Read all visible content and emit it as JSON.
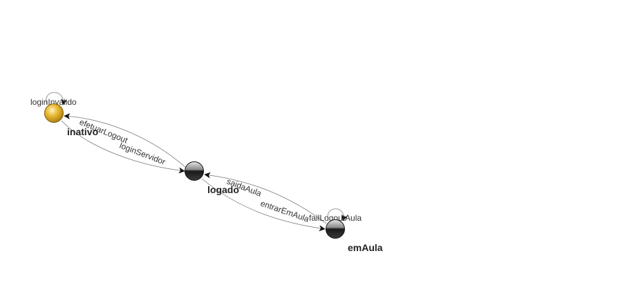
{
  "colors": {
    "initial_state_fill": "#d9a520",
    "state_fill": "#222222",
    "edge": "#7a7a7a",
    "background": "#ffffff"
  },
  "states": [
    {
      "id": "inativo",
      "label": "inativo",
      "initial": true
    },
    {
      "id": "logado",
      "label": "logado",
      "initial": false
    },
    {
      "id": "emAula",
      "label": "emAula",
      "initial": false
    }
  ],
  "transitions": [
    {
      "id": "loginInvalido",
      "label": "loginInvalido",
      "from": "inativo",
      "to": "inativo"
    },
    {
      "id": "efetuarLogout",
      "label": "efetuarLogout",
      "from": "logado",
      "to": "inativo"
    },
    {
      "id": "loginServidor",
      "label": "loginServidor",
      "from": "inativo",
      "to": "logado"
    },
    {
      "id": "saidaAula",
      "label": "saidaAula",
      "from": "emAula",
      "to": "logado"
    },
    {
      "id": "entrarEmAula",
      "label": "entrarEmAula",
      "from": "logado",
      "to": "emAula"
    },
    {
      "id": "failLogoutAula",
      "label": "failLogoutAula",
      "from": "emAula",
      "to": "emAula"
    }
  ]
}
